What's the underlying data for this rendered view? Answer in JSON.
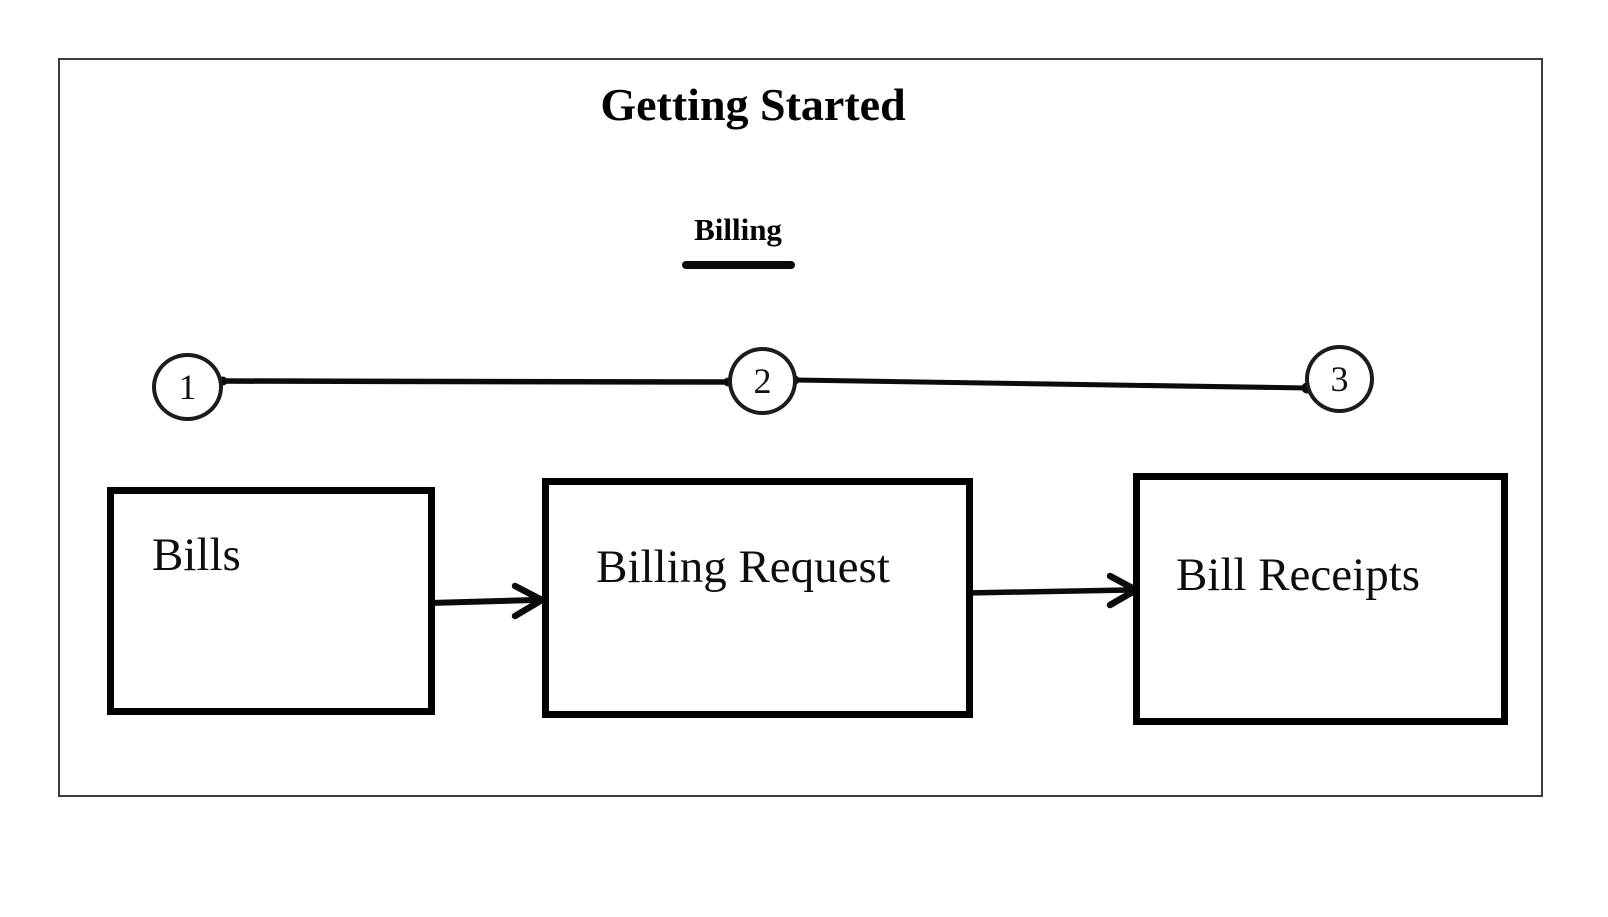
{
  "diagram": {
    "title": "Getting Started",
    "section": {
      "label": "Billing"
    },
    "stepper": {
      "steps": [
        {
          "number": "1"
        },
        {
          "number": "2"
        },
        {
          "number": "3"
        }
      ]
    },
    "flow": {
      "nodes": [
        {
          "label": "Bills"
        },
        {
          "label": "Billing Request"
        },
        {
          "label": "Bill Receipts"
        }
      ],
      "connections": [
        {
          "from": "Bills",
          "to": "Billing Request"
        },
        {
          "from": "Billing Request",
          "to": "Bill Receipts"
        }
      ]
    },
    "colors": {
      "background": "#ffffff",
      "ink": "#000000",
      "frame_border": "#3c3c3c",
      "circle_border": "#1c1c1c"
    }
  }
}
